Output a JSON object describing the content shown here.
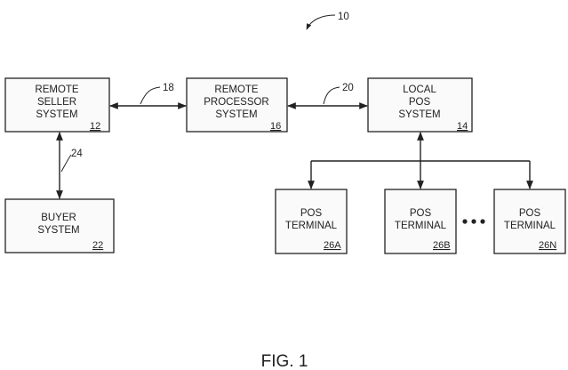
{
  "diagram": {
    "ref_overall": "10",
    "remote_seller": {
      "line1": "REMOTE",
      "line2": "SELLER",
      "line3": "SYSTEM",
      "num": "12"
    },
    "remote_processor": {
      "line1": "REMOTE",
      "line2": "PROCESSOR",
      "line3": "SYSTEM",
      "num": "16"
    },
    "local_pos": {
      "line1": "LOCAL",
      "line2": "POS",
      "line3": "SYSTEM",
      "num": "14"
    },
    "buyer": {
      "line1": "BUYER",
      "line2": "SYSTEM",
      "num": "22"
    },
    "pos_a": {
      "line1": "POS",
      "line2": "TERMINAL",
      "num": "26A"
    },
    "pos_b": {
      "line1": "POS",
      "line2": "TERMINAL",
      "num": "26B"
    },
    "pos_n": {
      "line1": "POS",
      "line2": "TERMINAL",
      "num": "26N"
    },
    "link_seller_processor": "18",
    "link_processor_local": "20",
    "link_seller_buyer": "24",
    "figure_label": "FIG. 1"
  }
}
